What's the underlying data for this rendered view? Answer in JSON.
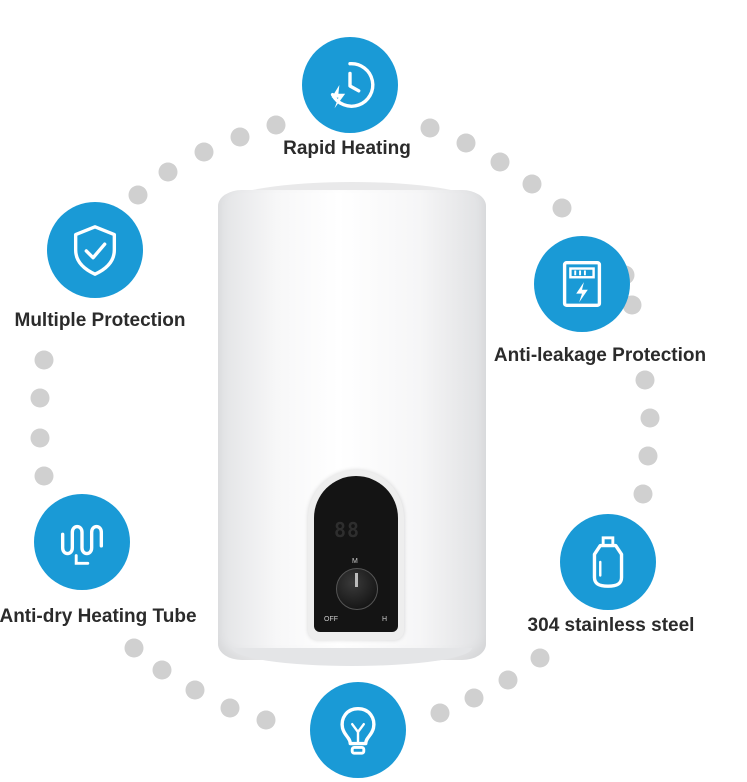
{
  "colors": {
    "badge_blue": "#1a9ad6",
    "dot_gray": "#d0d0d0",
    "label_text": "#2b2b2b"
  },
  "features": [
    {
      "label": "Rapid Heating",
      "icon": "clock-lightning-icon"
    },
    {
      "label": "Multiple Protection",
      "icon": "shield-check-icon"
    },
    {
      "label": "Anti-leakage Protection",
      "icon": "leakage-panel-icon"
    },
    {
      "label": "Anti-dry Heating Tube",
      "icon": "heating-tube-icon"
    },
    {
      "label": "304 stainless steel",
      "icon": "tank-icon"
    },
    {
      "label": "",
      "icon": "lightbulb-icon"
    }
  ],
  "heater": {
    "display": "88",
    "knob_labels": {
      "off": "OFF",
      "m": "M",
      "h": "H"
    }
  }
}
